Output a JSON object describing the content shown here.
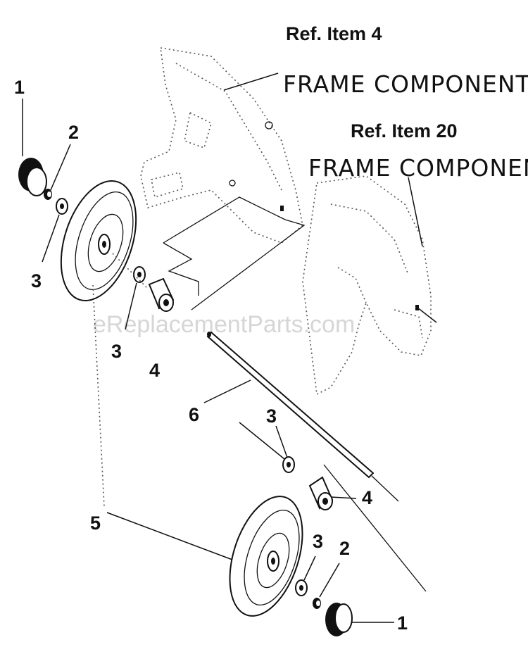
{
  "references": [
    {
      "item": "Ref. Item 4",
      "name": "FRAME COMPONENTS"
    },
    {
      "item": "Ref. Item 20",
      "name": "FRAME COMPONENTS"
    }
  ],
  "watermark": "eReplacementParts.com",
  "callouts": {
    "hubcap_top": "1",
    "hubcap_bottom": "1",
    "nut_top": "2",
    "nut_bottom": "2",
    "washer_top_outer": "3",
    "washer_top_inner": "3",
    "washer_mid": "3",
    "washer_bottom": "3",
    "bushing_mid": "4",
    "bushing_top": "4",
    "wheel": "5",
    "axle": "6"
  }
}
